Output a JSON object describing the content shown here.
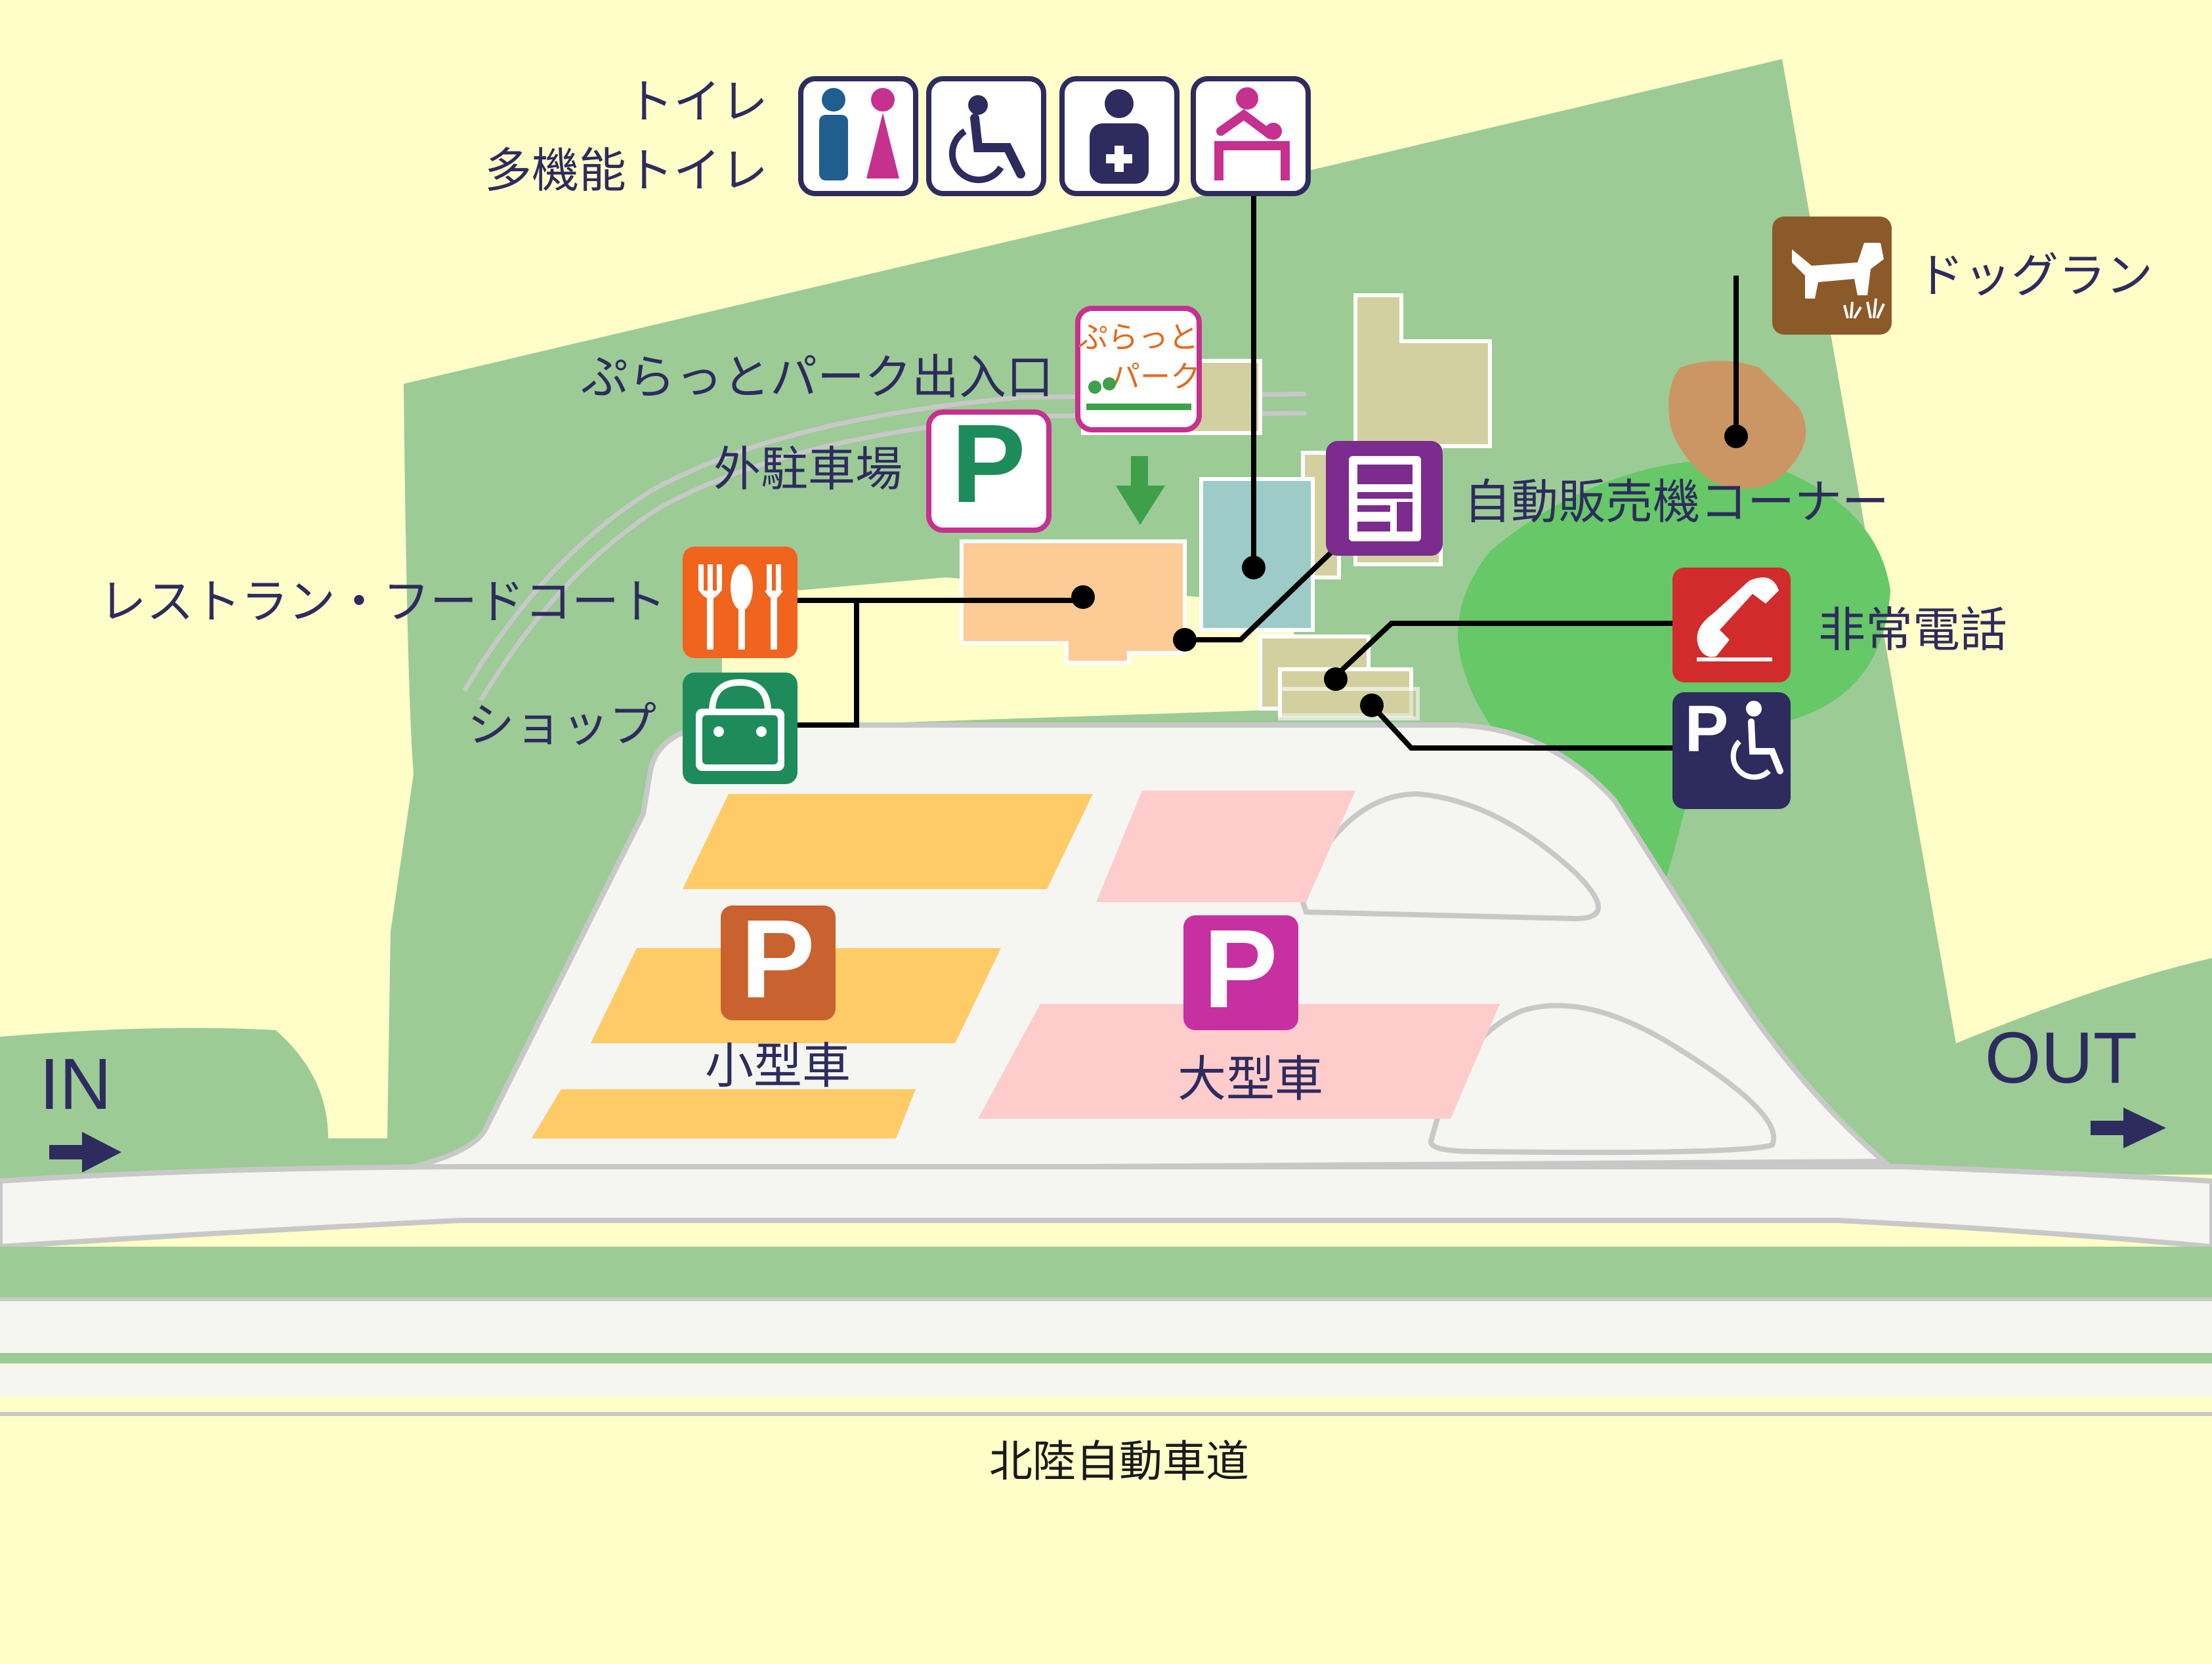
{
  "labels": {
    "toilet": "トイレ",
    "multipurpose_toilet": "多機能トイレ",
    "platpark_entrance": "ぷらっとパーク出入口",
    "outside_parking": "外駐車場",
    "restaurant": "レストラン・フードコート",
    "shop": "ショップ",
    "vending": "自動販売機コーナー",
    "emergency_phone": "非常電話",
    "dog_run": "ドッグラン",
    "small_car": "小型車",
    "large_car": "大型車",
    "expressway": "北陸自動車道",
    "in": "IN",
    "out": "OUT"
  },
  "platpark_logo": {
    "line1": "ぷらっと",
    "line2": "パーク"
  },
  "parking_letter": "P",
  "icons": {
    "toilet": "toilet-icon",
    "wheelchair": "wheelchair-toilet-icon",
    "ostomate": "ostomate-icon",
    "baby": "baby-changing-icon",
    "dog": "dog-run-icon",
    "vending": "vending-machine-icon",
    "phone": "emergency-phone-icon",
    "disabled_parking": "disabled-parking-icon",
    "restaurant": "restaurant-icon",
    "shop": "shop-bag-icon"
  },
  "colors": {
    "background": "#FFFDC8",
    "green_area": "#9CCB96",
    "dark_green": "#66C866",
    "road": "#F5F5F2",
    "navy": "#2E2B5E",
    "small_car_stalls": "#FFCB66",
    "large_car_stalls": "#FFCCCC",
    "small_car_p": "#C9622E",
    "large_car_p": "#C630A0",
    "outside_p": "#1E8C5A",
    "restaurant": "#F0641E",
    "shop": "#1E8C5A",
    "vending": "#7B2C8E",
    "phone": "#D22B2B",
    "dog": "#8C5A28",
    "building": "#D3D0A0",
    "restaurant_building": "#FCCB96",
    "toilet_building": "#9CCBC8",
    "dog_run_area": "#CB9664"
  }
}
